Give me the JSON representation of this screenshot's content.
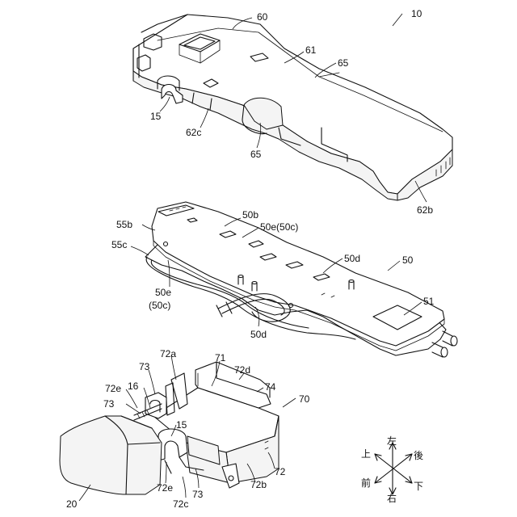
{
  "labels": {
    "l10": "10",
    "l60": "60",
    "l61": "61",
    "l65a": "65",
    "l65b": "65",
    "l15a": "15",
    "l62c": "62c",
    "l62b": "62b",
    "l55b": "55b",
    "l50b": "50b",
    "l50e_top": "50e(50c)",
    "l55c": "55c",
    "l50d_a": "50d",
    "l50": "50",
    "l50e_left": "50e",
    "l50c_left": "(50c)",
    "l51": "51",
    "l50d_b": "50d",
    "l72a": "72a",
    "l71": "71",
    "l72d": "72d",
    "l73a": "73",
    "l74": "74",
    "l70": "70",
    "l72e_a": "72e",
    "l16": "16",
    "l73b": "73",
    "l15b": "15",
    "l72": "72",
    "l72b": "72b",
    "l20": "20",
    "l72e_b": "72e",
    "l72c": "72c",
    "l73c": "73"
  },
  "compass": {
    "up": "上",
    "left_top": "左",
    "rear": "後",
    "front": "前",
    "right_bottom": "右",
    "down": "下"
  }
}
